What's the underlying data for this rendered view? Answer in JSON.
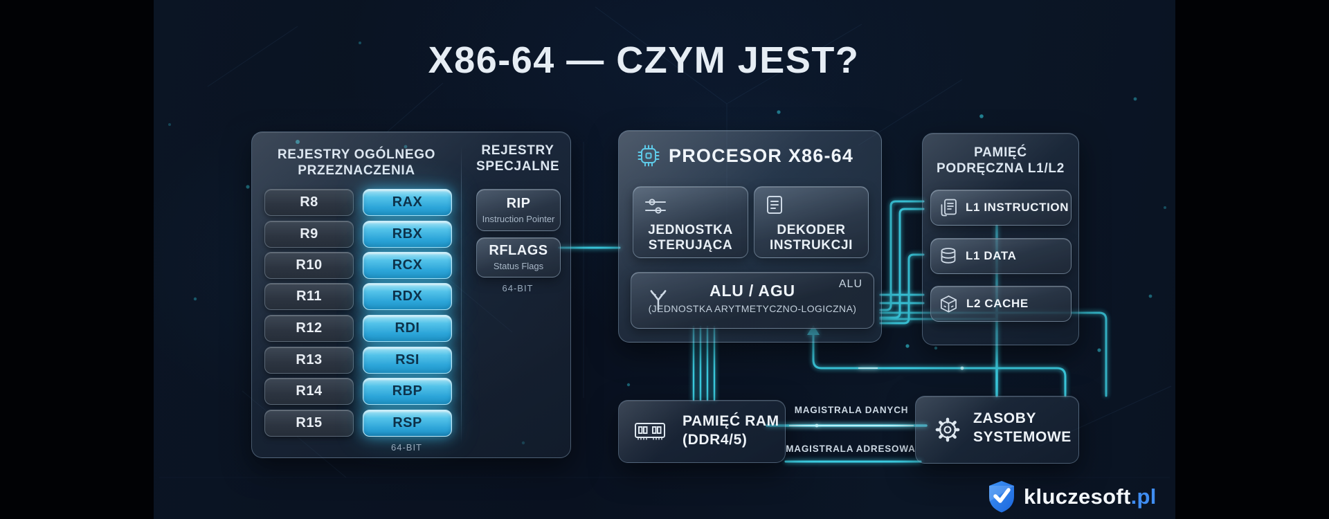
{
  "title": "X86-64 — CZYM JEST?",
  "panels": {
    "gp_registers": {
      "header_line1": "REJESTRY OGÓLNEGO",
      "header_line2": "PRZEZNACZENIA",
      "rows": [
        {
          "left": "R8",
          "right": "RAX"
        },
        {
          "left": "R9",
          "right": "RBX"
        },
        {
          "left": "R10",
          "right": "RCX"
        },
        {
          "left": "R11",
          "right": "RDX"
        },
        {
          "left": "R12",
          "right": "RDI"
        },
        {
          "left": "R13",
          "right": "RSI"
        },
        {
          "left": "R14",
          "right": "RBP"
        },
        {
          "left": "R15",
          "right": "RSP"
        }
      ],
      "footnote": "64-BIT"
    },
    "special_registers": {
      "header_line1": "REJESTRY",
      "header_line2": "SPECJALNE",
      "items": [
        {
          "name": "RIP",
          "desc": "Instruction Pointer"
        },
        {
          "name": "RFLAGS",
          "desc": "Status Flags"
        }
      ],
      "footnote": "64-BIT"
    },
    "processor": {
      "title": "PROCESOR X86-64",
      "blocks": [
        {
          "line1": "JEDNOSTKA",
          "line2": "STERUJĄCA"
        },
        {
          "line1": "DEKODER",
          "line2": "INSTRUKCJI"
        }
      ],
      "alu": {
        "tag": "ALU",
        "title": "ALU / AGU",
        "subtitle": "(JEDNOSTKA ARYTMETYCZNO-LOGICZNA)"
      }
    },
    "cache": {
      "header_line1": "PAMIĘĆ",
      "header_line2": "PODRĘCZNA L1/L2",
      "items": [
        {
          "label": "L1 INSTRUCTION"
        },
        {
          "label": "L1 DATA"
        },
        {
          "label": "L2 CACHE"
        }
      ]
    },
    "ram": {
      "line1": "PAMIĘĆ RAM",
      "line2": "(DDR4/5)"
    },
    "system": {
      "line1": "ZASOBY",
      "line2": "SYSTEMOWE"
    }
  },
  "buses": {
    "data": "MAGISTRALA DANYCH",
    "address": "MAGISTRALA ADRESOWA"
  },
  "branding": {
    "name": "kluczesoft",
    "tld": ".pl"
  },
  "colors": {
    "accent": "#3fdcf0",
    "register_cyan": "#36b3e2",
    "background": "#0a1322",
    "brand_blue": "#2e86f5"
  }
}
